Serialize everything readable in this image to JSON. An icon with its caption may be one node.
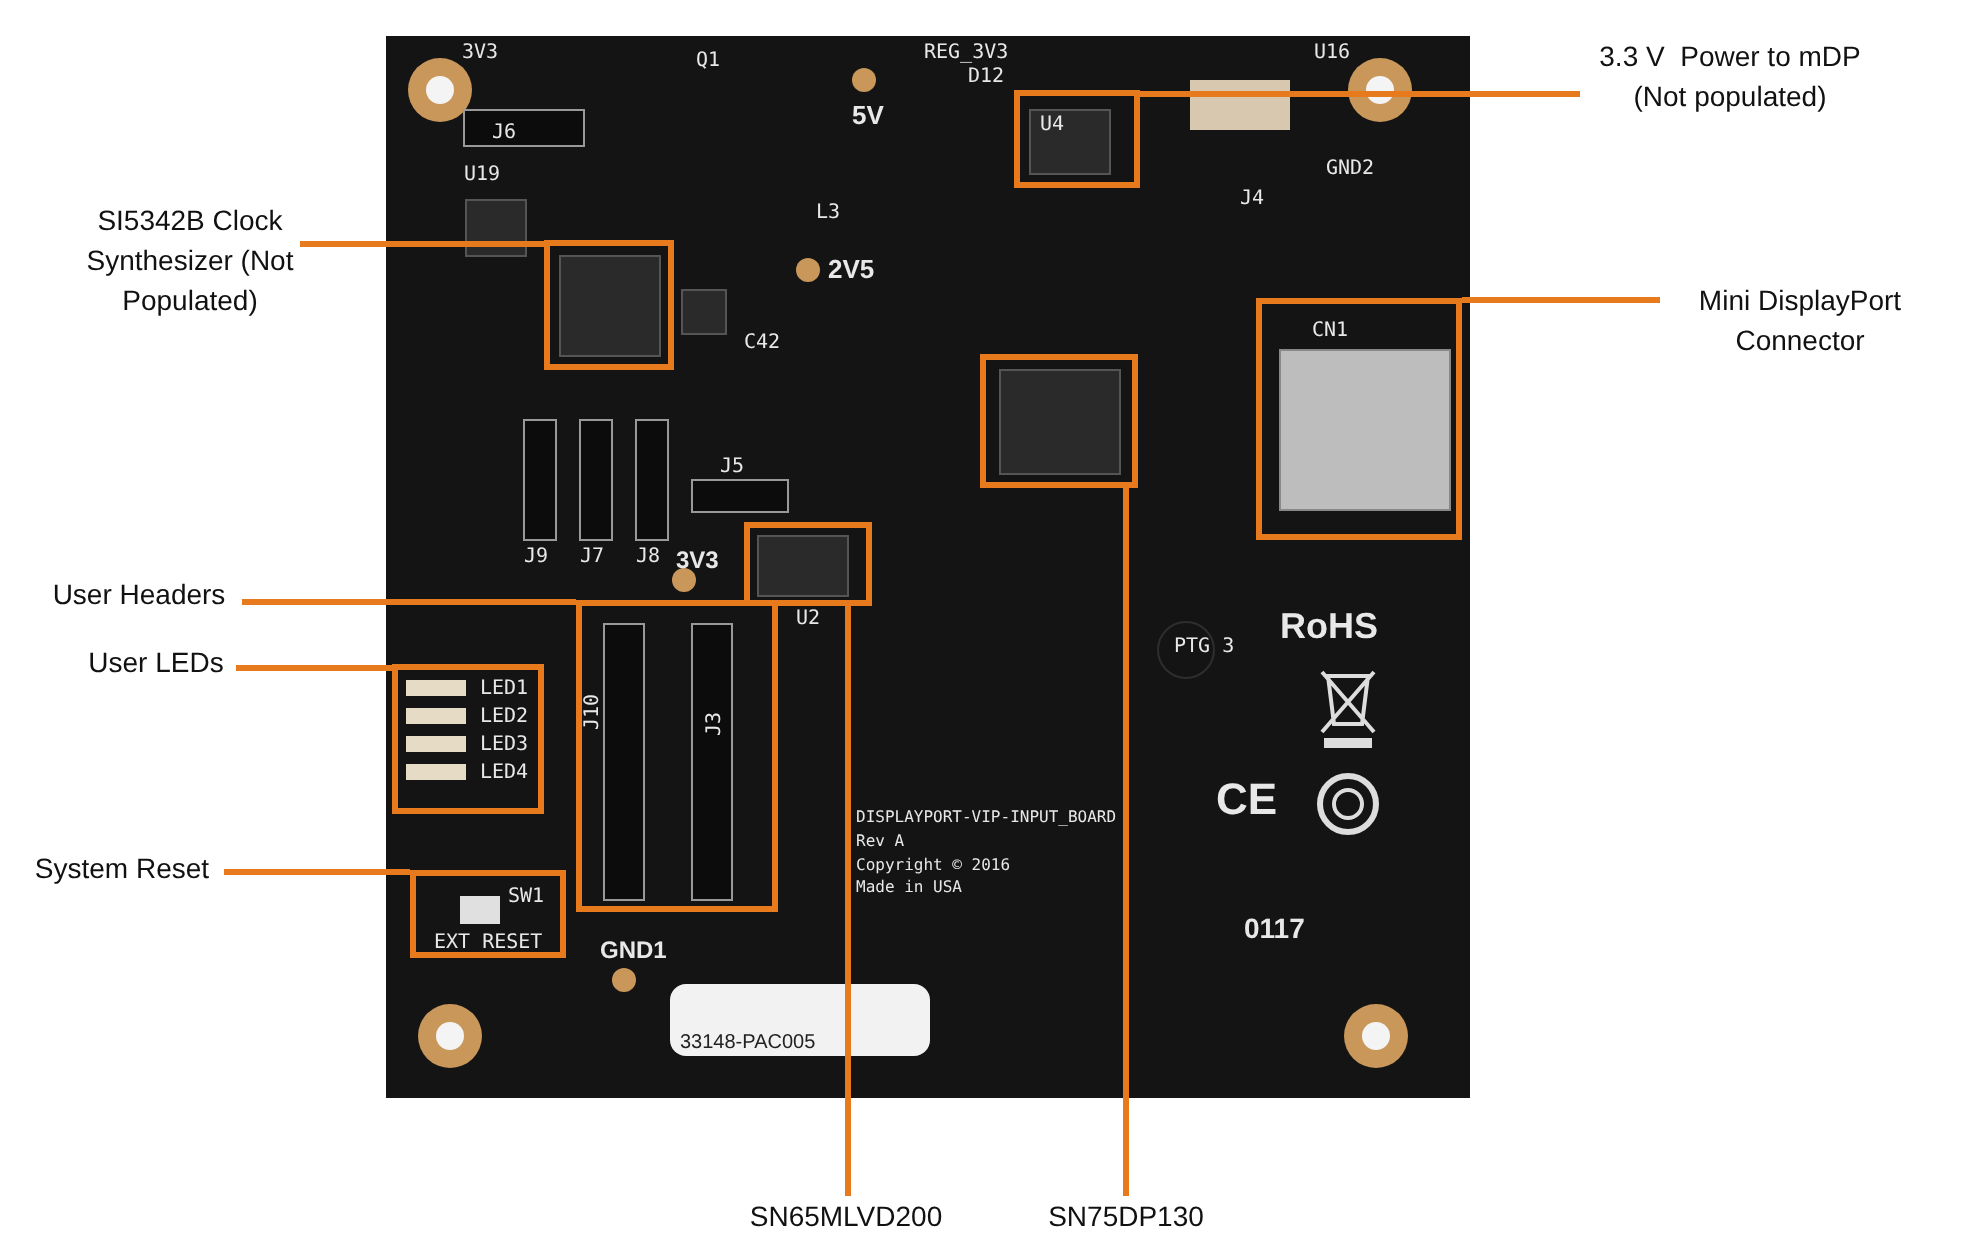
{
  "diagram": {
    "nodes": [
      {
        "text": [
          "3.3 V  Power to mDP (Not populated)"
        ]
      },
      {
        "text": [
          "SI5342B Clock Synthesizer (Not Populated)"
        ]
      },
      {
        "text": [
          "Mini DisplayPort Connector"
        ]
      },
      {
        "text": [
          "User Headers"
        ]
      },
      {
        "text": [
          "User LEDs"
        ]
      },
      {
        "text": [
          "System Reset"
        ]
      },
      {
        "text": [
          "SN65MLVD200"
        ]
      },
      {
        "text": [
          "SN75DP130"
        ]
      },
      {
        "text": [],
        "shape": "box"
      },
      {
        "text": [],
        "shape": "box"
      },
      {
        "text": [],
        "shape": "box"
      },
      {
        "text": [],
        "shape": "box"
      },
      {
        "text": [],
        "shape": "box"
      },
      {
        "text": [],
        "shape": "box"
      },
      {
        "text": [],
        "shape": "box"
      },
      {
        "text": [],
        "shape": "box"
      }
    ],
    "edges": [
      {
        "from": 0,
        "to": 8,
        "arrow": "none"
      },
      {
        "from": 1,
        "to": 9,
        "arrow": "none"
      },
      {
        "from": 2,
        "to": 10,
        "arrow": "none"
      },
      {
        "from": 3,
        "to": 11,
        "arrow": "none"
      },
      {
        "from": 4,
        "to": 12,
        "arrow": "none"
      },
      {
        "from": 5,
        "to": 13,
        "arrow": "none"
      },
      {
        "from": 6,
        "to": 14,
        "arrow": "none"
      },
      {
        "from": 7,
        "to": 15,
        "arrow": "none"
      }
    ],
    "labels": [
      "3V3",
      "Q1",
      "REG_3V3",
      "U16",
      "5V",
      "D12",
      "U4",
      "J6",
      "U19",
      "GND2",
      "J4",
      "L3",
      "2V5",
      "C42",
      "CN1",
      "J5",
      "J9",
      "J7",
      "J8",
      "3V3",
      "U2",
      "RoHS",
      "PTG 3",
      "LED1",
      "LED2",
      "J10",
      "J3",
      "LED3",
      "LED4",
      "CE",
      "DISPLAYPORT-VIP-INPUT_BOARD",
      "Rev A",
      "Copyright © 2016",
      "SW1",
      "Made in USA",
      "0117",
      "EXT RESET",
      "GND1",
      "33148-PAC005"
    ]
  }
}
